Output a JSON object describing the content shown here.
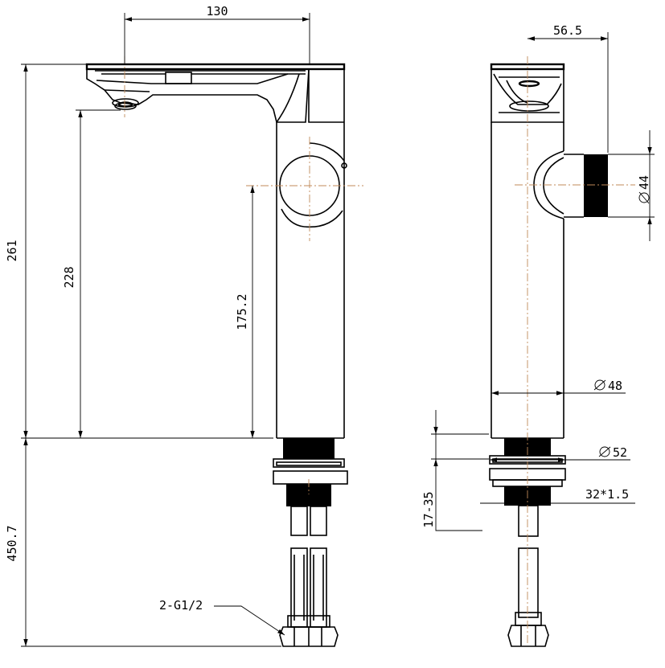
{
  "front_view": {
    "dim_spout_length": "130",
    "dim_total_height": "261",
    "dim_outlet_height": "228",
    "dim_handle_height": "175.2",
    "dim_hose_length": "450.7",
    "dim_connection": "2-G1/2"
  },
  "side_view": {
    "dim_depth": "56.5",
    "dim_handle_dia": "44",
    "dim_body_dia": "48",
    "dim_base_dia": "52",
    "dim_deck_range": "17-35",
    "dim_thread": "32*1.5"
  }
}
